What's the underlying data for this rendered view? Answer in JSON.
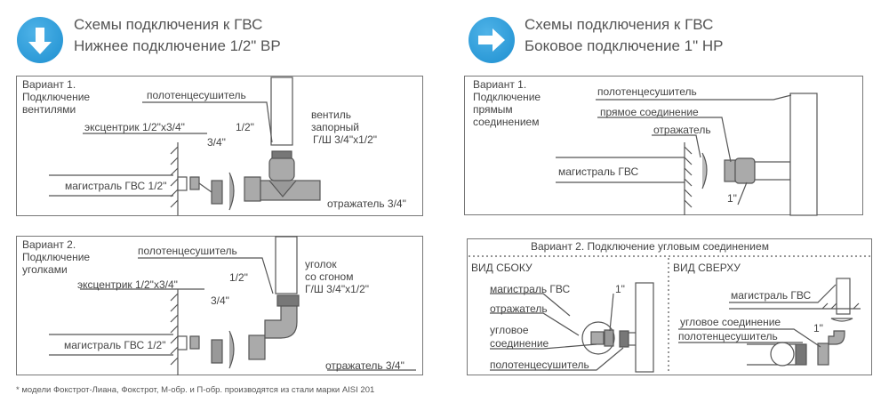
{
  "left_header": {
    "line1": "Схемы подключения к ГВС",
    "line2": "Нижнее подключение 1/2\" ВР",
    "icon": "arrow-down-icon"
  },
  "right_header": {
    "line1": "Схемы подключения к ГВС",
    "line2": "Боковое подключение 1\" НР",
    "icon": "arrow-right-icon"
  },
  "p1": {
    "v1": "Вариант 1.",
    "v2": "Подключение",
    "v3": "вентилями",
    "towel": "полотенцесушитель",
    "ecc": "эксцентрик 1/2\"x3/4\"",
    "half": "1/2\"",
    "valve1": "вентиль",
    "valve2": "запорный",
    "valve3": "Г/Ш 3/4\"x1/2\"",
    "q34": "3/4\"",
    "main": "магистраль ГВС 1/2\"",
    "refl": "отражатель 3/4\""
  },
  "p2": {
    "v1": "Вариант 2.",
    "v2": "Подключение",
    "v3": "уголками",
    "towel": "полотенцесушитель",
    "angle1": "уголок",
    "angle2": "со сгоном",
    "angle3": "Г/Ш 3/4\"x1/2\"",
    "ecc": "эксцентрик 1/2\"x3/4\"",
    "half": "1/2\"",
    "q34": "3/4\"",
    "main": "магистраль ГВС 1/2\"",
    "refl": "отражатель 3/4\""
  },
  "p3": {
    "v1": "Вариант 1.",
    "v2": "Подключение",
    "v3": "прямым",
    "v4": "соединением",
    "towel": "полотенцесушитель",
    "direct": "прямое соединение",
    "refl": "отражатель",
    "main": "магистраль ГВС",
    "inch": "1\""
  },
  "p4": {
    "heading": "Вариант 2. Подключение угловым соединением",
    "side": "ВИД СБОКУ",
    "top": "ВИД СВЕРХУ",
    "main": "магистраль ГВС",
    "inch": "1\"",
    "refl": "отражатель",
    "angle1": "угловое",
    "angle2": "соединение",
    "towel": "полотенцесушитель",
    "main_r": "магистраль ГВС",
    "angle_r": "угловое соединение",
    "towel_r": "полотенцесушитель",
    "inch_r": "1\""
  },
  "footnote": "* модели Фокстрот-Лиана, Фокстрот, М-обр. и П-обр. производятся из стали марки AISI 201"
}
